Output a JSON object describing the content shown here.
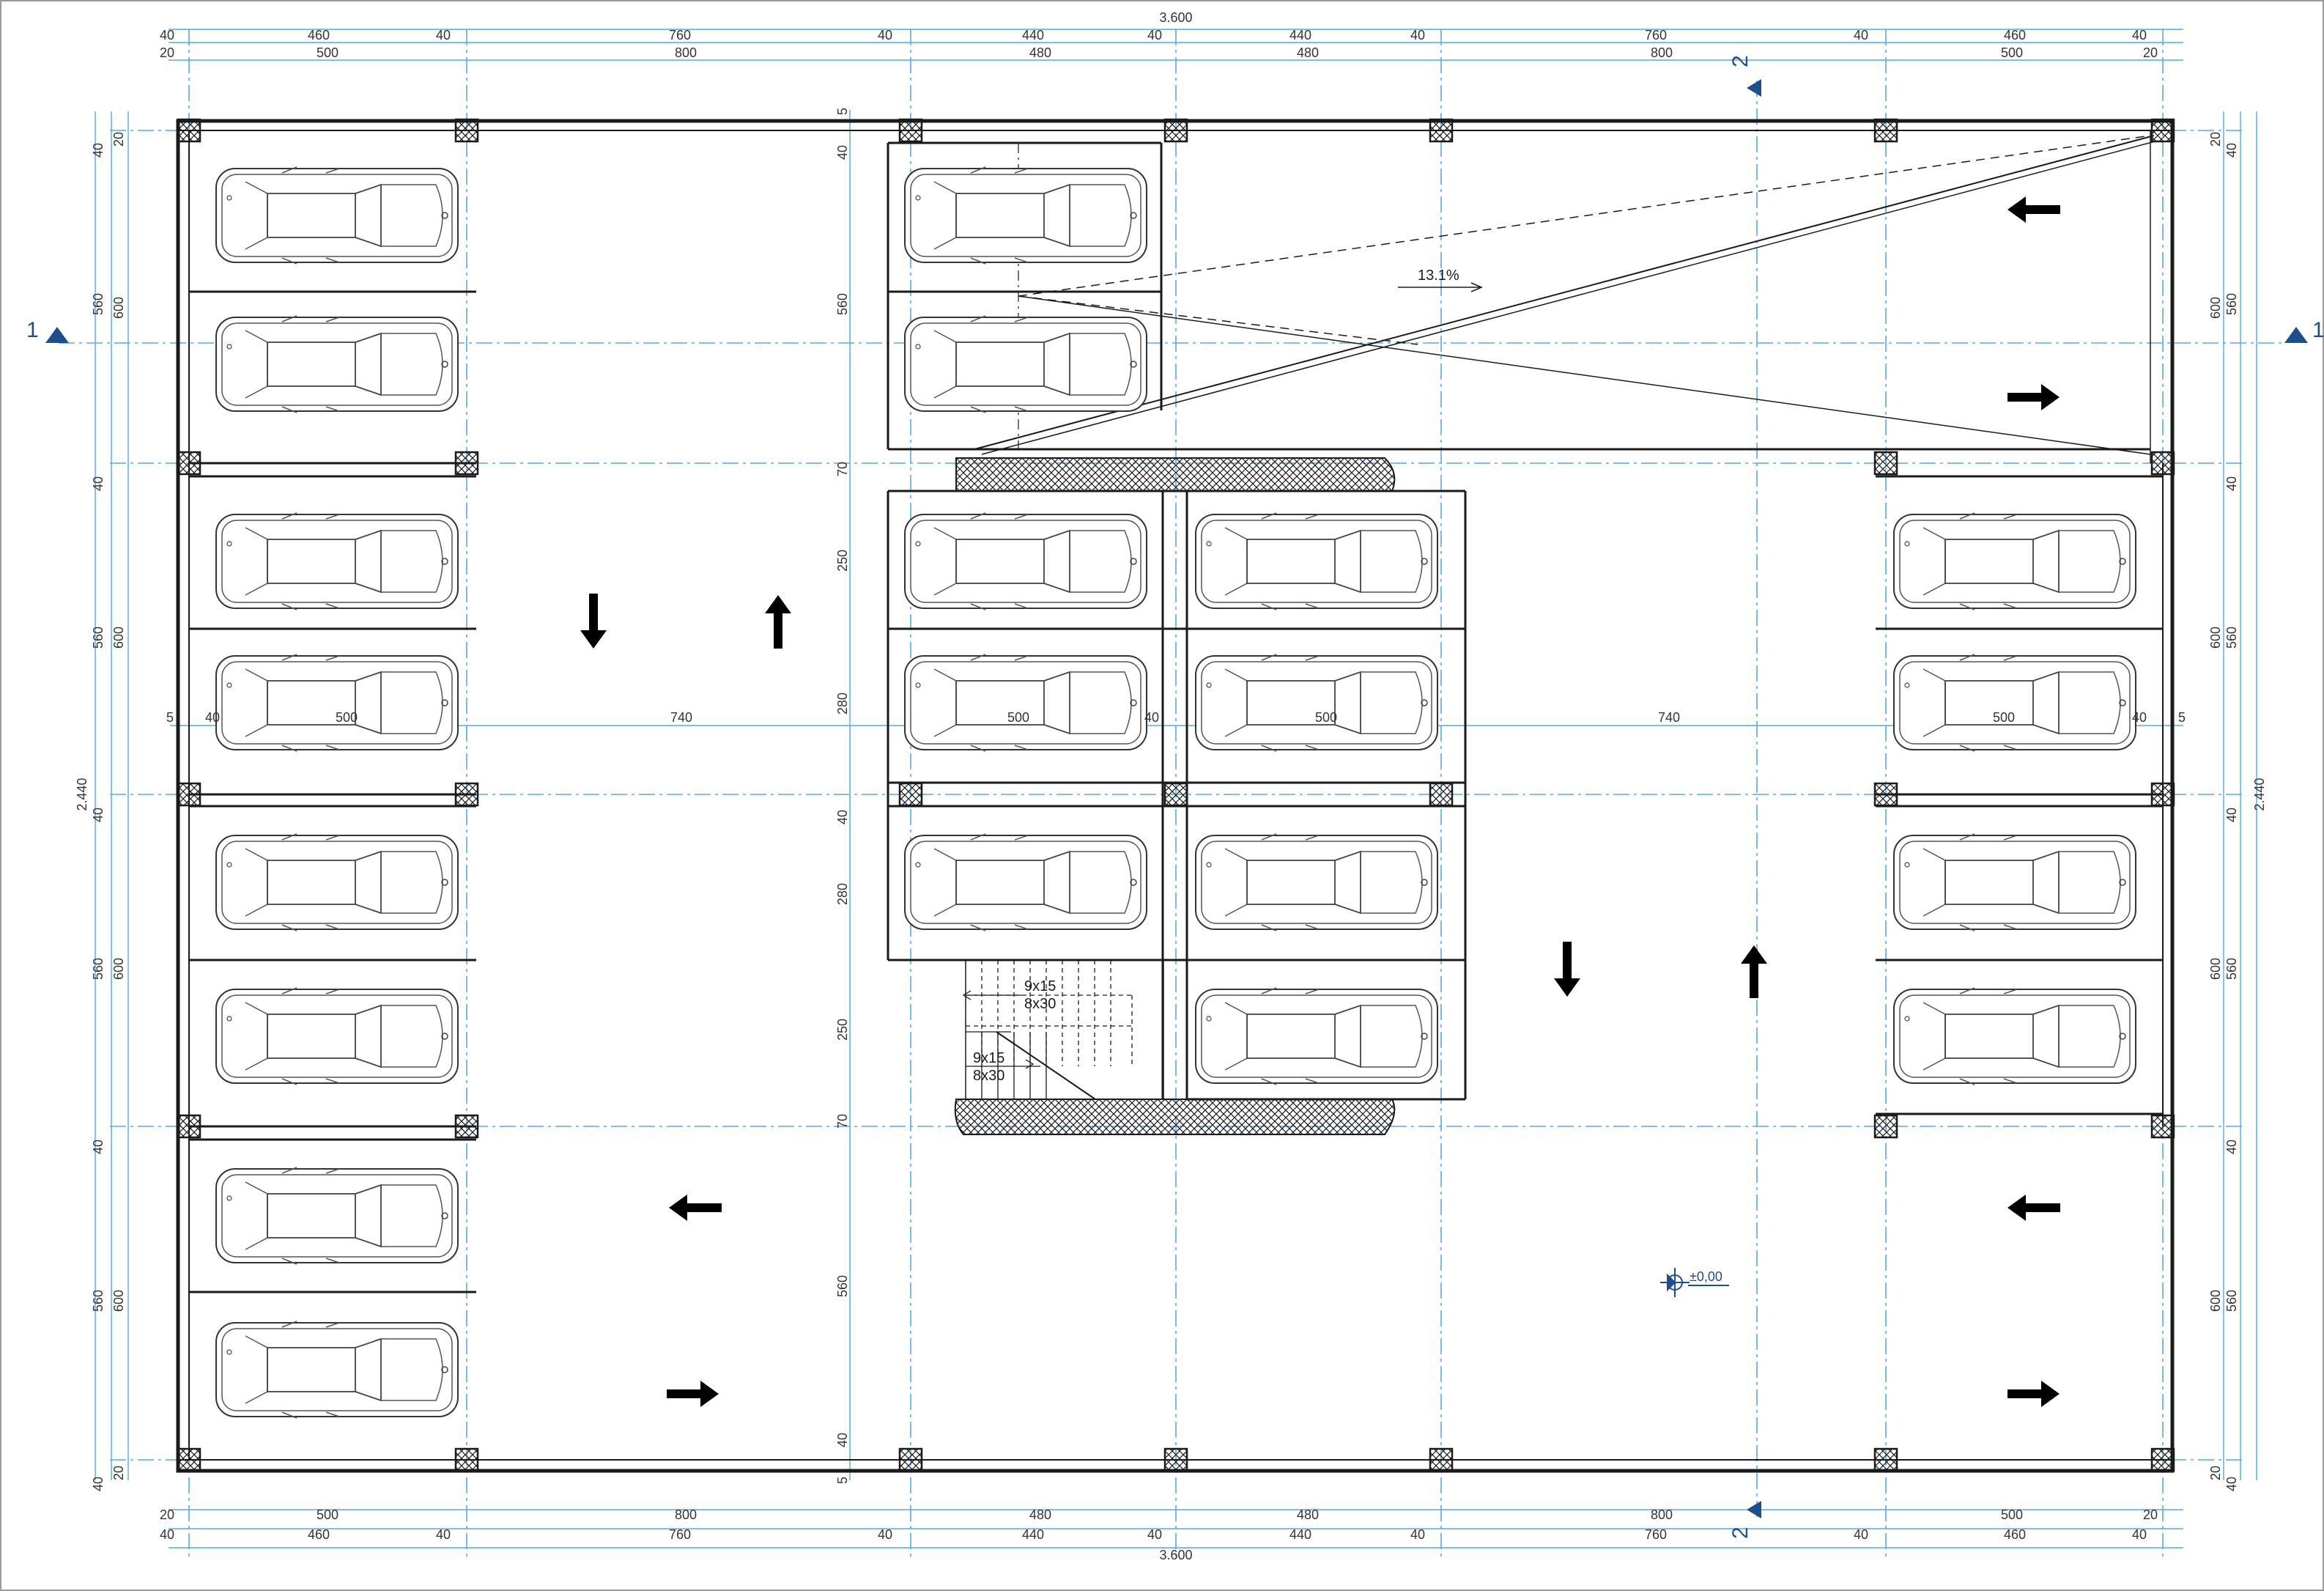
{
  "drawing": {
    "dims_top_total": "3.600",
    "dims_top_row1": [
      "40",
      "460",
      "40",
      "760",
      "40",
      "440",
      "40",
      "440",
      "40",
      "760",
      "40",
      "460",
      "40"
    ],
    "dims_top_row2": [
      "20",
      "500",
      "800",
      "480",
      "480",
      "800",
      "500",
      "20"
    ],
    "dims_bottom_row1": [
      "20",
      "500",
      "800",
      "480",
      "480",
      "800",
      "500",
      "20"
    ],
    "dims_bottom_row2": [
      "40",
      "460",
      "40",
      "760",
      "40",
      "440",
      "40",
      "440",
      "40",
      "760",
      "40",
      "460",
      "40"
    ],
    "dims_bottom_total": "3.600",
    "dims_left_outer": [
      "40",
      "560",
      "40",
      "560",
      "40",
      "560",
      "40",
      "560",
      "40"
    ],
    "dims_left_inner": [
      "20",
      "600",
      "600",
      "600",
      "600",
      "20"
    ],
    "dims_left_total": "2.440",
    "dims_right_inner": [
      "20",
      "600",
      "600",
      "600",
      "600",
      "20"
    ],
    "dims_right_outer": [
      "40",
      "560",
      "40",
      "560",
      "40",
      "560",
      "40",
      "560",
      "40"
    ],
    "dims_right_total": "2.440",
    "dims_mid_horizontal": [
      "5",
      "40",
      "500",
      "740",
      "500",
      "40",
      "500",
      "740",
      "500",
      "40",
      "5"
    ],
    "dims_mid_vertical": [
      "5",
      "40",
      "560",
      "70",
      "250",
      "280",
      "40",
      "280",
      "250",
      "70",
      "560",
      "40",
      "5"
    ],
    "section_1_label": "1",
    "section_2_label": "2",
    "slope_label": "13.1%",
    "level_label": "±0,00",
    "stair_labels": [
      "9x15",
      "8x30",
      "9x15",
      "8x30"
    ]
  },
  "colors": {
    "line": "#1a1a1a",
    "dimension": "#5aa9dd",
    "axis": "#5aa9dd",
    "section_marker": "#1f4e8c"
  },
  "icons": {
    "car": "car-icon",
    "arrow": "direction-arrow-icon",
    "column": "column-hatch-icon",
    "section": "section-marker-icon",
    "level": "level-marker-icon"
  }
}
